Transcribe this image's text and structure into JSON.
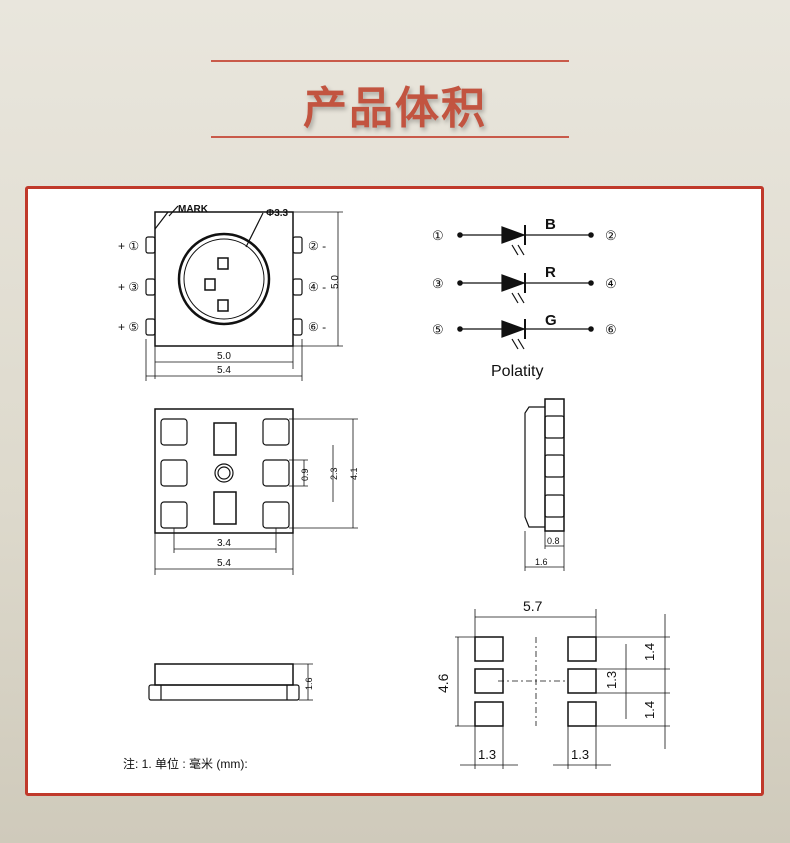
{
  "page": {
    "title": "产品体积"
  },
  "top_view": {
    "mark_label": "MARK",
    "phi_label": "Φ3.3",
    "pins_left": [
      "+ ①",
      "+ ③",
      "+ ⑤"
    ],
    "pins_right": [
      "② -",
      "④ -",
      "⑥ -"
    ],
    "dim_width_inner": "5.0",
    "dim_width_outer": "5.4",
    "dim_height": "5.0"
  },
  "circuit": {
    "rows": [
      {
        "left": "①",
        "right": "②",
        "color": "B"
      },
      {
        "left": "③",
        "right": "④",
        "color": "R"
      },
      {
        "left": "⑤",
        "right": "⑥",
        "color": "G"
      }
    ],
    "caption": "Polatity"
  },
  "bottom_view": {
    "dim_pad_span": "3.4",
    "dim_width": "5.4",
    "dim_pitch": "0.9",
    "dim_mid": "2.3",
    "dim_height": "4.1"
  },
  "side_view": {
    "dim_pad": "0.8",
    "dim_width": "1.6"
  },
  "front_view": {
    "dim_height": "1.6"
  },
  "footprint": {
    "dim_width": "5.7",
    "dim_height": "4.6",
    "dim_pitch_top": "1.4",
    "dim_pad": "1.3",
    "dim_pitch_bottom": "1.4",
    "dim_pad_left": "1.3",
    "dim_pad_right": "1.3"
  },
  "note": "注:  1. 单位 : 毫米 (mm):"
}
